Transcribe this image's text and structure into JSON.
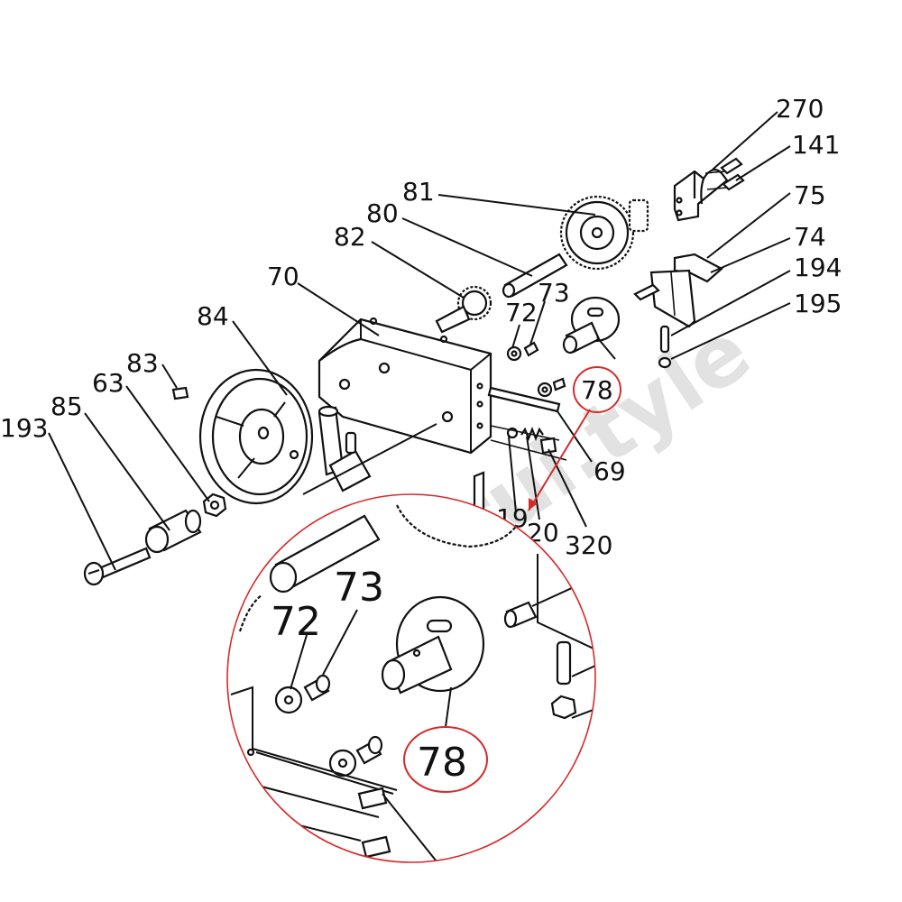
{
  "diagram": {
    "watermark": "anrui.tyle",
    "callouts": [
      {
        "id": "270",
        "text": "270"
      },
      {
        "id": "141",
        "text": "141"
      },
      {
        "id": "75",
        "text": "75"
      },
      {
        "id": "74",
        "text": "74"
      },
      {
        "id": "194",
        "text": "194"
      },
      {
        "id": "195",
        "text": "195"
      },
      {
        "id": "81",
        "text": "81"
      },
      {
        "id": "80",
        "text": "80"
      },
      {
        "id": "82",
        "text": "82"
      },
      {
        "id": "70",
        "text": "70"
      },
      {
        "id": "73",
        "text": "73"
      },
      {
        "id": "72",
        "text": "72"
      },
      {
        "id": "84",
        "text": "84"
      },
      {
        "id": "83",
        "text": "83"
      },
      {
        "id": "63",
        "text": "63"
      },
      {
        "id": "85",
        "text": "85"
      },
      {
        "id": "193",
        "text": "193"
      },
      {
        "id": "78",
        "text": "78"
      },
      {
        "id": "69",
        "text": "69"
      },
      {
        "id": "19",
        "text": "19"
      },
      {
        "id": "20",
        "text": "20"
      },
      {
        "id": "320",
        "text": "320"
      }
    ],
    "detail": {
      "labels": {
        "l72": "72",
        "l73": "73",
        "l78": "78"
      }
    },
    "colors": {
      "line": "#111111",
      "highlight": "#d62b2b",
      "watermark": "#d9d9d9"
    }
  }
}
